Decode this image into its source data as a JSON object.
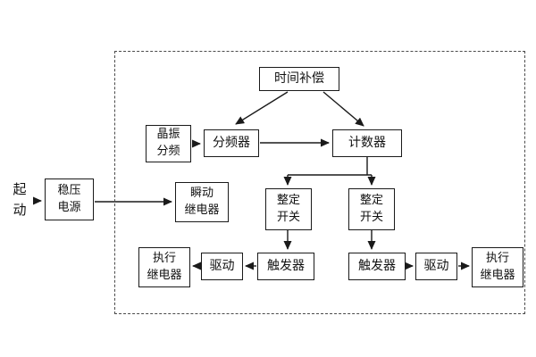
{
  "diagram": {
    "title": "relay-timer-block-diagram",
    "start_label": {
      "line1": "起",
      "line2": "动"
    },
    "boxes": {
      "regulator": {
        "line1": "稳压",
        "line2": "电源"
      },
      "time_compensation": {
        "label": "时间补偿"
      },
      "crystal_divider": {
        "line1": "晶振",
        "line2": "分频"
      },
      "frequency_divider": {
        "label": "分频器"
      },
      "counter": {
        "label": "计数器"
      },
      "instant_relay": {
        "line1": "瞬动",
        "line2": "继电器"
      },
      "setting_switch_left": {
        "line1": "整定",
        "line2": "开关"
      },
      "setting_switch_right": {
        "line1": "整定",
        "line2": "开关"
      },
      "trigger_left": {
        "label": "触发器"
      },
      "trigger_right": {
        "label": "触发器"
      },
      "drive_left": {
        "label": "驱动"
      },
      "drive_right": {
        "label": "驱动"
      },
      "exec_relay_left": {
        "line1": "执行",
        "line2": "继电器"
      },
      "exec_relay_right": {
        "line1": "执行",
        "line2": "继电器"
      }
    },
    "colors": {
      "line": "#1a1a1a",
      "box_border": "#1a1a1a",
      "dashed_frame": "#4a4a4a",
      "background": "#ffffff"
    }
  }
}
